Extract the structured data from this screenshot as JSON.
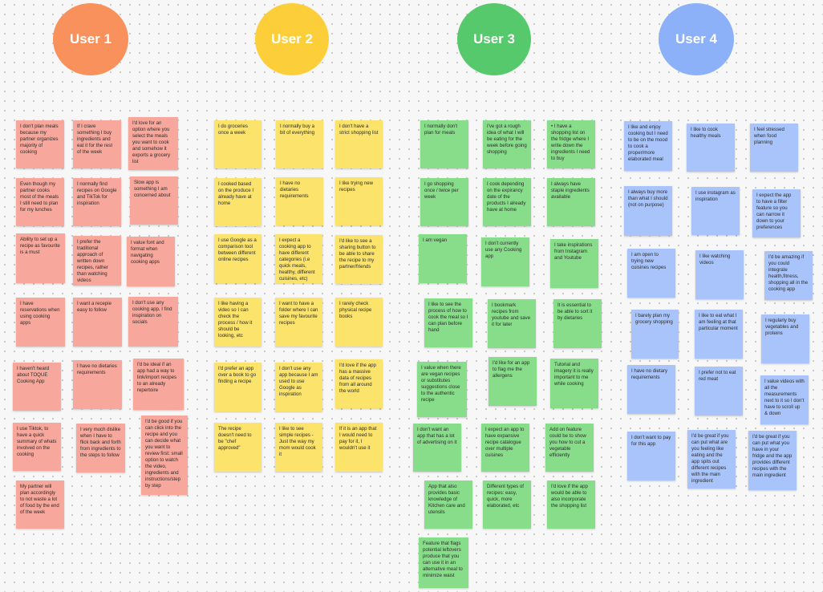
{
  "colors": {
    "user1": "#f7a79b",
    "user2": "#fbe36c",
    "user3": "#88dd8a",
    "user4": "#a8c4fb",
    "user1_header": "#f8915c",
    "user2_header": "#fccf3a",
    "user3_header": "#55c96b",
    "user4_header": "#8cb1f9"
  },
  "columns": [
    {
      "id": "user1",
      "title": "User 1",
      "notes": [
        "I don't plan meals because my partner organizes majority of cooking",
        "If I crave something I buy ingredients and eat it for the rest of the week",
        "I'd love for an option where you select the meals you want to cook and somehow it exports a grocery list",
        "Even though my partner cooks most of the meals I still need to plan for my lunches",
        "I normally find recipes on Google and TikTok for inspiration",
        "Slow app is something I am concerned about",
        "Ability to set up a recipe as favourite is a must",
        "I prefer the traditional approach of written down recipes, rather than watching videos",
        "I value font and format when navigating cooking apps",
        "I have reservations when using cooking apps",
        "I want a recepie easy to follow",
        "I don't use any cooking app, I find inspiration on socials",
        "I haven't heard about TOQUE Cooking App",
        "I have no dietaries requirements",
        "I'd be ideal if an app had a way to link/import recipes to an already repertoire",
        "I use Tiktok, to have a quick summary of whats involved on the cooking",
        "I very much dislike when I have to flick back and forth from ingredients to the steps to follow",
        "I'd be good if you can click into the recipe and you can decide what you want to review first: small option to watch the video, ingredients and instructions/step by step",
        "My partner will plan accordingly to not waste a lot of food by the end of the week"
      ]
    },
    {
      "id": "user2",
      "title": "User 2",
      "notes": [
        "I do groceries once a week",
        "I normally buy a bit of everything",
        "I don't have a strict shopping list",
        "I cooked based on the produce I already have at home",
        "I have no dietaries requirements",
        "I like trying new recipes",
        "I use Google as a comparison tool between different online recipes",
        "I expect a cooking app to have different categories (i.e quick meals, healthy, different cuisines, etc)",
        "I'd like to see a sharing button to be able to share the recipe to my partner/friends",
        "I like having a video so I can check the process / how it should be looking, etc",
        "I want to have a folder where I can save my favourite recipes",
        "I rarely check physical recipe books",
        "I'd prefer an app over a book to go finding a recipe",
        "I don't use any app because I am used to use Google as inspiration",
        "I'd love if the app has a massive data of recipes from all around the world",
        "The recipe doesn't need to be \"chef approved\"",
        "I like to see simple recipes - Just the way my mom would cook it",
        "If it is an app that I would need to pay for it, I wouldn't use it"
      ]
    },
    {
      "id": "user3",
      "title": "User 3",
      "notes": [
        "I normally don't plan for meals",
        "I've got a rough idea of what I will be eating for the week before going shopping",
        "• I have a shopping list on the fridge where I write down the ingredients I need to buy",
        "I go shopping once / twice per week",
        "I cook depending on the expirancy date of the products I already have at home",
        "I always have staple ingredients available",
        "I am vegan",
        "I don't currently use any Cooking app",
        "I take inspirations from Instagram and Youtube",
        "I like to see the process of how to cook the meal so I can plan before hand",
        "I bookmark recipes from youtube and save it for later",
        "It is essential to be able to sort it by dietaries",
        "I'd like for an app to flag me the allergens",
        "Tutorial and imagery it is really important to me while cooking",
        "I value when there are vegan recipes or substitutes suggestions close to the authentic recipe",
        "I don't want an app that has a lot of advertising on it",
        "I expect an app to have expansive recipe catalogue over multiple cuisines",
        "Add on feature could be to show you how to cut a vegetable efficiently",
        "App that also provides basic knowledge of Kitchen care and utensils",
        "Different types of recipes: easy, quick, more elaborated, etc",
        "I'd love if the app would be able to also incorporate the shopping list",
        "Feature that flags potential leftovers produce that you can use it in an alternative meal to minimize waist"
      ]
    },
    {
      "id": "user4",
      "title": "User 4",
      "notes": [
        "I like and enjoy cooking but I need to be on the mood to cook a proper/more elaborated meal",
        "I like to cook healthy meals",
        "I feel stressed when food planning",
        "I always buy more than what I should (not on purpose)",
        "I use instagram as inspiration",
        "I expect the app to have a filter feature so you can narrow it down to your preferences",
        "I am open to trying new cuisines recipes",
        "I like watching videos",
        "I'd be amazing if you could integrate health,fitness, shopping all in the cooking app",
        "I barely plan my grocery shopping",
        "I like to eat what I am feeling at that particular moment",
        "I regularly buy vegetables and proteins",
        "I have no dietary requirements",
        "I prefer not to eat red meat",
        "I value videos with all the measurements next to it so I don't have to scroll up & down",
        "I don't want to pay for this app",
        "I'd be great if you can put what are you feeling like eating and the app spits out different recipes with the main ingredient",
        "I'd be great if you can put what you have in your fridge and the app provides different recipes with the main ingredient"
      ]
    }
  ]
}
